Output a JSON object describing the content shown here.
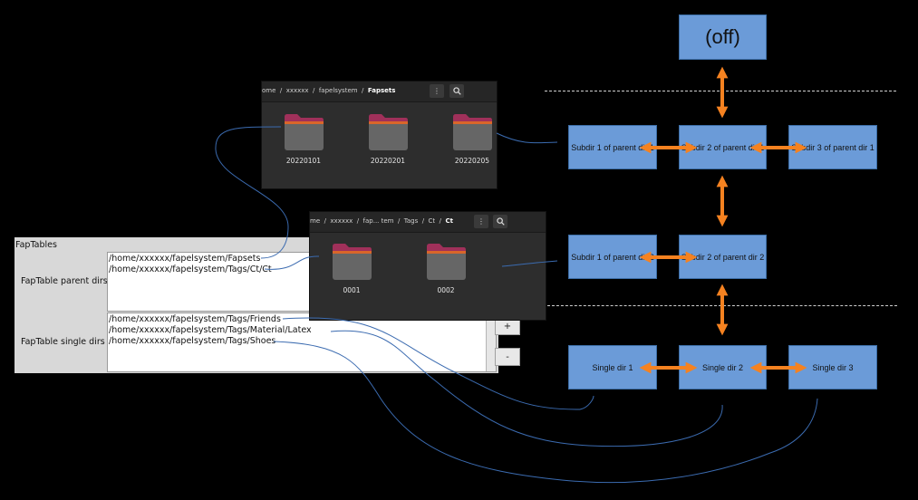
{
  "diagram": {
    "off_label": "(off)",
    "parent_row1": [
      "Subdir 1 of parent dir 1",
      "Subdir 2 of parent dir 1",
      "Subdir 3 of parent dir 1"
    ],
    "parent_row2": [
      "Subdir 1 of parent dir 2",
      "Subdir 2 of parent dir 2"
    ],
    "single_row": [
      "Single dir 1",
      "Single dir 2",
      "Single dir 3"
    ],
    "colors": {
      "box": "#6b9bd8",
      "arrow": "#f58220",
      "wire": "#3b6bb0"
    }
  },
  "window1": {
    "breadcrumb": [
      "ome",
      "xxxxxx",
      "fapelsystem",
      "Fapsets"
    ],
    "menu_icon": "kebab-menu-icon",
    "search_icon": "search-icon",
    "folders": [
      "20220101",
      "20220201",
      "20220205"
    ]
  },
  "window2": {
    "breadcrumb": [
      "me",
      "xxxxxx",
      "fap... tem",
      "Tags",
      "Ct",
      "Ct"
    ],
    "menu_icon": "kebab-menu-icon",
    "search_icon": "search-icon",
    "folders": [
      "0001",
      "0002"
    ]
  },
  "faptables": {
    "title": "FapTables",
    "parent_label": "FapTable parent dirs",
    "parent_dirs": [
      "/home/xxxxxx/fapelsystem/Fapsets",
      "/home/xxxxxx/fapelsystem/Tags/Ct/Ct"
    ],
    "single_label": "FapTable single dirs",
    "single_dirs": [
      "/home/xxxxxx/fapelsystem/Tags/Friends",
      "/home/xxxxxx/fapelsystem/Tags/Material/Latex",
      "/home/xxxxxx/fapelsystem/Tags/Shoes"
    ],
    "add_label": "+",
    "remove_label": "-"
  }
}
